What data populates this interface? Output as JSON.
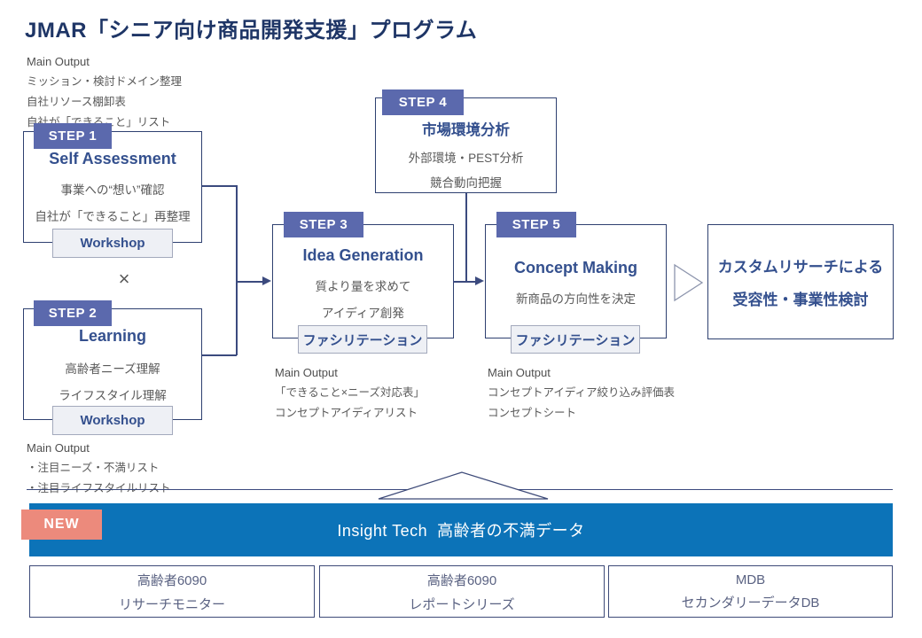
{
  "title": "JMAR「シニア向け商品開発支援」プログラム",
  "steps": [
    {
      "badge": "STEP 1",
      "title": "Self Assessment",
      "lines": [
        "事業への“想い”確認",
        "自社が「できること」再整理"
      ],
      "button": "Workshop"
    },
    {
      "badge": "STEP 2",
      "title": "Learning",
      "lines": [
        "高齢者ニーズ理解",
        "ライフスタイル理解"
      ],
      "button": "Workshop"
    },
    {
      "badge": "STEP 3",
      "title": "Idea Generation",
      "lines": [
        "質より量を求めて",
        "アイディア創発"
      ],
      "button": "ファシリテーション"
    },
    {
      "badge": "STEP 4",
      "title": "市場環境分析",
      "lines": [
        "外部環境・PEST分析",
        "競合動向把握"
      ]
    },
    {
      "badge": "STEP 5",
      "title": "Concept Making",
      "lines": [
        "新商品の方向性を決定"
      ],
      "button": "ファシリテーション"
    }
  ],
  "connector_x_label": "×",
  "outputs": {
    "top_left": {
      "heading": "Main Output",
      "lines": [
        "ミッション・検討ドメイン整理",
        "自社リソース棚卸表",
        "自社が「できること」リスト"
      ]
    },
    "below_step2": {
      "heading": "Main Output",
      "lines": [
        "・注目ニーズ・不満リスト",
        "・注目ライフスタイルリスト"
      ]
    },
    "below_step3": {
      "heading": "Main Output",
      "lines": [
        "「できること×ニーズ対応表」",
        "コンセプトアイディアリスト"
      ]
    },
    "below_step5": {
      "heading": "Main Output",
      "lines": [
        "コンセプトアイディア絞り込み評価表",
        "コンセプトシート"
      ]
    }
  },
  "final_box": {
    "lines": [
      "カスタムリサーチによる",
      "受容性・事業性検討"
    ]
  },
  "banner": {
    "badge": "NEW",
    "label": "Insight Tech  高齢者の不満データ"
  },
  "bottom_boxes": [
    {
      "lines": [
        "高齢者6090",
        "リサーチモニター"
      ]
    },
    {
      "lines": [
        "高齢者6090",
        "レポートシリーズ"
      ]
    },
    {
      "lines": [
        "MDB",
        "セカンダリーデータDB"
      ]
    }
  ],
  "colors": {
    "badge_indigo": "#5b69ad",
    "box_border_navy": "#2e4070",
    "banner_blue": "#0c73b8",
    "new_badge_salmon": "#ec8a7c",
    "title_navy": "#1e3566",
    "body_gray": "#595959"
  }
}
